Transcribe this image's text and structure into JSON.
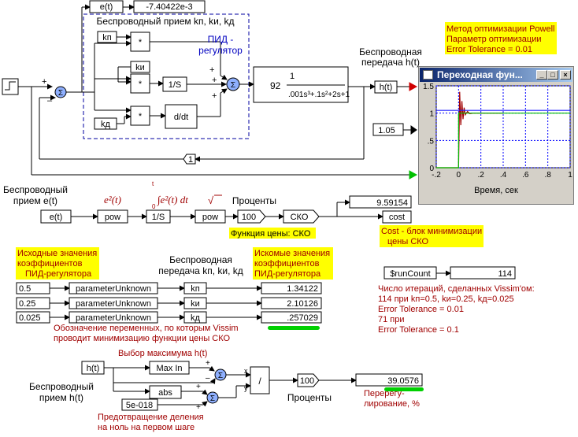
{
  "top": {
    "et_label": "e(t)",
    "et_value": "-7.40422e-3",
    "pid_group_title": "Беспроводный прием kп,  kи, kд",
    "pid_label_line1": "ПИД -",
    "pid_label_line2": "регулятор",
    "kp": "kп",
    "ki": "kи",
    "kd": "kд",
    "mult": "*",
    "integrator": "1/S",
    "derivative": "d/dt",
    "sum": "Σ",
    "tf_gain": "92",
    "tf_numerator": "1",
    "tf_denominator": ".001s³+.1s²+2s+1",
    "wireless_out_line1": "Беспроводная",
    "wireless_out_line2": "передача h(t)",
    "ht_label": "h(t)",
    "const_value": "1.05",
    "feedback_gain": "1",
    "plus": "+",
    "minus": "–"
  },
  "optim_note": {
    "line1": "Метод оптимизации Powell",
    "line2": "Параметр оптимизации",
    "line3": "Error Tolerance = 0.01"
  },
  "plot": {
    "title": "Переходная фун...",
    "xlabel": "Время, сек",
    "btn_min": "_",
    "btn_max": "□",
    "btn_close": "×",
    "colors": {
      "bg": "#ffffff",
      "grid": "#0000ff",
      "axis": "#000000",
      "response": "#a00000",
      "input": "#00c000",
      "level": "#2020ff"
    }
  },
  "chart_data": {
    "type": "line",
    "title": "Переходная фун...",
    "xlabel": "Время, сек",
    "ylabel": "",
    "xlim": [
      -0.2,
      1
    ],
    "ylim": [
      0,
      1.5
    ],
    "x_ticks": [
      "-.2",
      "0",
      ".2",
      ".4",
      ".6",
      ".8",
      "1"
    ],
    "y_ticks": [
      "0",
      ".5",
      "1",
      "1.5"
    ],
    "grid": true,
    "series": [
      {
        "x": [
          -0.2,
          0,
          0,
          0.01,
          0.02,
          0.03,
          0.04,
          0.05,
          0.06,
          0.08,
          0.1,
          0.13,
          0.17,
          0.25,
          0.4
        ],
        "y": [
          0,
          0,
          0.0,
          1.39,
          0.78,
          1.22,
          0.89,
          1.1,
          0.97,
          1.03,
          0.99,
          1.0,
          1.0,
          1.0,
          1.0
        ]
      },
      {
        "x": [
          -0.2,
          0,
          0,
          1
        ],
        "y": [
          0,
          0,
          1.0,
          1.0
        ]
      },
      {
        "x": [
          -0.2,
          1
        ],
        "y": [
          1.05,
          1.05
        ]
      }
    ]
  },
  "cost": {
    "wireless_in_line1": "Беспроводный",
    "wireless_in_line2": "прием e(t)",
    "et": "e(t)",
    "pow": "pow",
    "int": "1/S",
    "pow2": "pow",
    "hundred": "100",
    "sko": "СКО",
    "e2_label": "e²(t)",
    "integral_label": "∫e²(t) dt",
    "integral_upper": "t",
    "integral_lower": "0",
    "sqrt_label": "√",
    "percent_label": "Проценты",
    "value": "9.59154",
    "cost_label": "cost",
    "fn_note": "Функция цены: СКО",
    "cost_note_line1": "Cost - блок минимизации",
    "cost_note_line2": "цены СКО"
  },
  "params": {
    "init_note_line1": "Исходные значения",
    "init_note_line2": "коэффициентов",
    "init_note_line3": "ПИД-регулятора",
    "wireless_line1": "Беспроводная",
    "wireless_line2": "передача kп,  kи, kд",
    "result_note_line1": "Искомые значения",
    "result_note_line2": "коэффициентов",
    "result_note_line3": "ПИД-регулятора",
    "rows": [
      {
        "init": "0.5",
        "block": "parameterUnknown",
        "coef": "kп",
        "value": "1.34122"
      },
      {
        "init": "0.25",
        "block": "parameterUnknown",
        "coef": "kи",
        "value": "2.10126"
      },
      {
        "init": "0.025",
        "block": "parameterUnknown",
        "coef": "kд",
        "value": ".257029"
      }
    ],
    "bottom_note_line1": "Обозначение переменных, по которым Vissim",
    "bottom_note_line2": "проводит минимизацию функции цены СКО"
  },
  "runcount": {
    "label": "$runCount",
    "value": "114",
    "note_line1": "Число итераций, сделанных Vissim'ом:",
    "note_line2": "114  при kп=0.5, kи=0.25, kд=0.025",
    "note_line3": "Error Tolerance = 0.01",
    "note_line4": "71 при",
    "note_line5": "Error Tolerance = 0.1"
  },
  "overshoot": {
    "max_note": "Выбор максимума h(t)",
    "ht": "h(t)",
    "maxin": "Max In",
    "abs": "abs",
    "eps": "5e-018",
    "div": "/",
    "hundred": "100",
    "value": "39.0576",
    "wireless_line1": "Беспроводный",
    "wireless_line2": "прием h(t)",
    "percent_label": "Проценты",
    "overshoot_line1": "Перерегу-",
    "overshoot_line2": "лирование, %",
    "eps_note_line1": "Предотвращение деления",
    "eps_note_line2": "на ноль на первом шаге",
    "port_x": "x",
    "port_y": "y"
  }
}
